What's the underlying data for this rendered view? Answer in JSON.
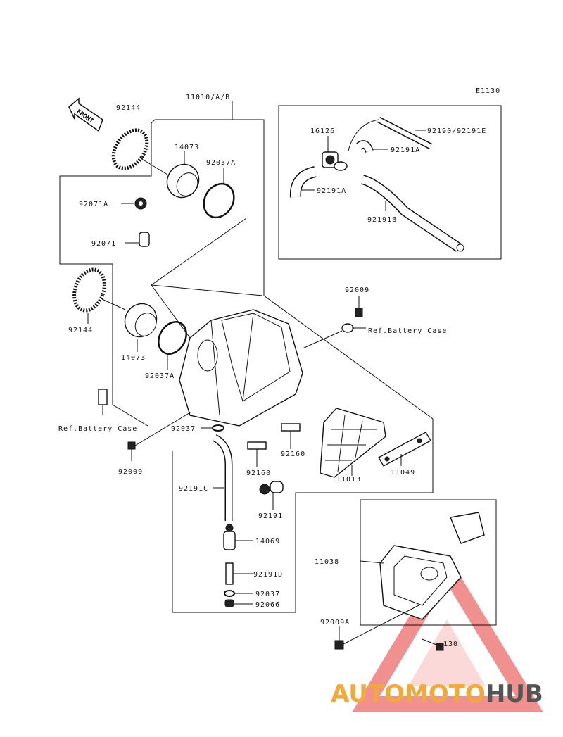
{
  "diagram": {
    "code": "E1130",
    "front_label": "FRONT",
    "labels": {
      "p92144_top": "92144",
      "p11010": "11010/A/B",
      "p14073_top": "14073",
      "p92037a_top": "92037A",
      "p92071a": "92071A",
      "p92071": "92071",
      "p92144_mid": "92144",
      "p14073_mid": "14073",
      "p92037a_mid": "92037A",
      "ref_battery_left": "Ref.Battery Case",
      "p92009_left": "92009",
      "p92037": "92037",
      "p92191c": "92191C",
      "p14069": "14069",
      "p92191d": "92191D",
      "p92037_low": "92037",
      "p92066": "92066",
      "p92160_a": "92160",
      "p92160_b": "92160",
      "p92191": "92191",
      "p11013": "11013",
      "p11049": "11049",
      "p92009_right": "92009",
      "ref_battery_right": "Ref.Battery Case",
      "p16126": "16126",
      "p92190": "92190/92191E",
      "p92191a_top": "92191A",
      "p92191a_low": "92191A",
      "p92191b": "92191B",
      "p11038": "11038",
      "p92009a": "92009A",
      "p130": "130"
    }
  },
  "watermark": {
    "part1": "AUTOMOTO",
    "part2": "HUB",
    "color1": "#f2a93b",
    "color2": "#555555",
    "triangle_color": "#e53935"
  }
}
